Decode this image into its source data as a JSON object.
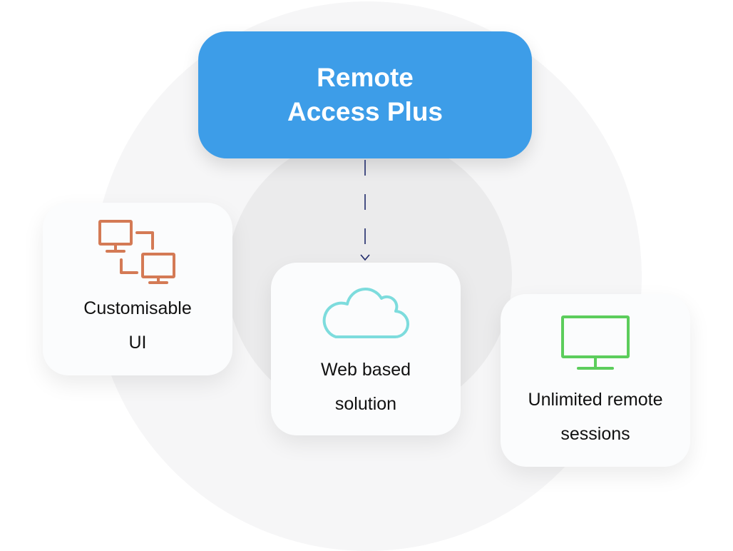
{
  "main": {
    "title_line1": "Remote",
    "title_line2": "Access Plus",
    "color": "#3d9de8"
  },
  "features": [
    {
      "label_line1": "Customisable",
      "label_line2": "UI",
      "icon": "connected-monitors-icon",
      "icon_color": "#d47a55"
    },
    {
      "label_line1": "Web based",
      "label_line2": "solution",
      "icon": "cloud-icon",
      "icon_color": "#7ddcdd"
    },
    {
      "label_line1": "Unlimited remote",
      "label_line2": "sessions",
      "icon": "monitor-icon",
      "icon_color": "#5ccd5c"
    }
  ],
  "connector": {
    "style": "dashed-arrow",
    "color": "#1f2a6b"
  }
}
